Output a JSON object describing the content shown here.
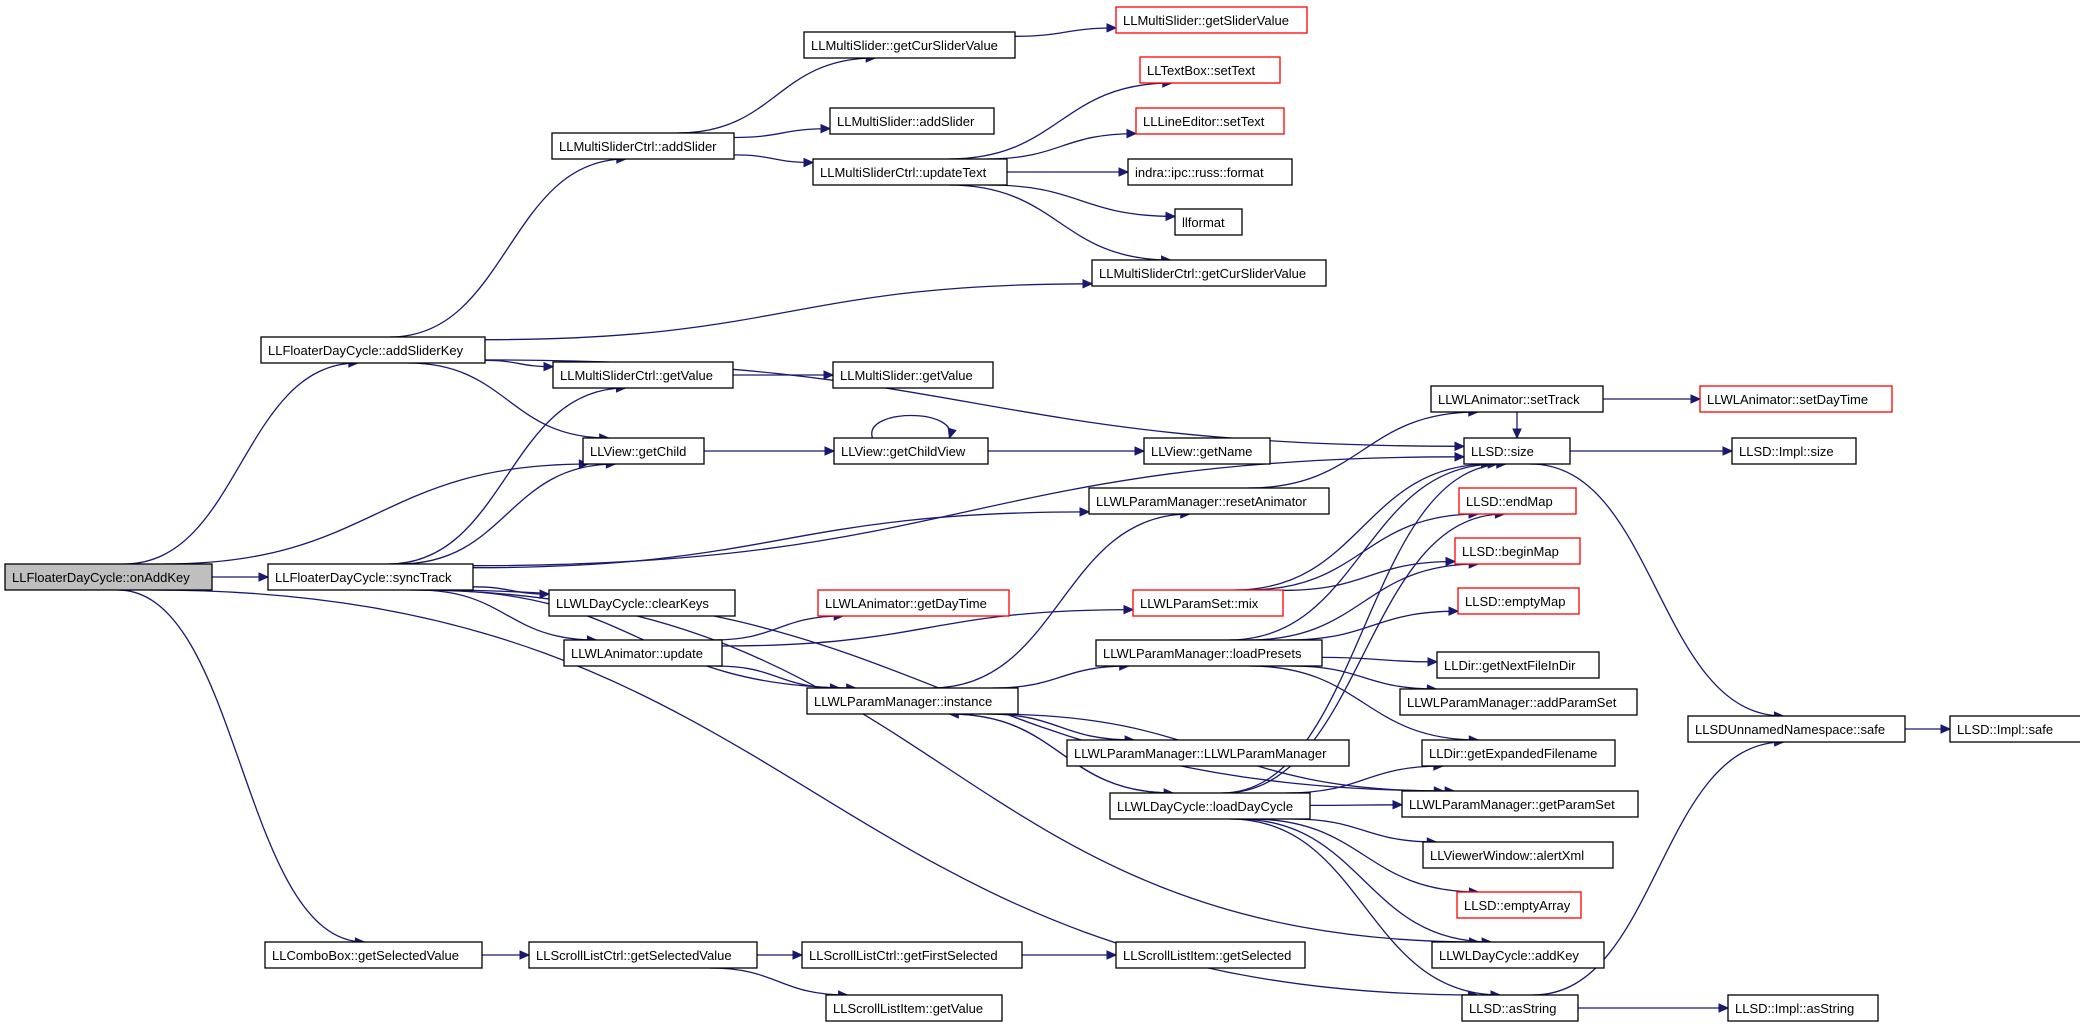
{
  "diagram": {
    "nodes": [
      {
        "id": "onAddKey",
        "label": "LLFloaterDayCycle::onAddKey",
        "style": "root"
      },
      {
        "id": "addSliderKey",
        "label": "LLFloaterDayCycle::addSliderKey",
        "style": "normal"
      },
      {
        "id": "syncTrack",
        "label": "LLFloaterDayCycle::syncTrack",
        "style": "normal"
      },
      {
        "id": "comboGetSel",
        "label": "LLComboBox::getSelectedValue",
        "style": "normal"
      },
      {
        "id": "getCurSliderValue",
        "label": "LLMultiSlider::getCurSliderValue",
        "style": "normal"
      },
      {
        "id": "getSliderValue",
        "label": "LLMultiSlider::getSliderValue",
        "style": "red"
      },
      {
        "id": "msAddSlider",
        "label": "LLMultiSlider::addSlider",
        "style": "normal"
      },
      {
        "id": "mscAddSlider",
        "label": "LLMultiSliderCtrl::addSlider",
        "style": "normal"
      },
      {
        "id": "tbSetText",
        "label": "LLTextBox::setText",
        "style": "red"
      },
      {
        "id": "leSetText",
        "label": "LLLineEditor::setText",
        "style": "red"
      },
      {
        "id": "updateText",
        "label": "LLMultiSliderCtrl::updateText",
        "style": "normal"
      },
      {
        "id": "russFormat",
        "label": "indra::ipc::russ::format",
        "style": "normal"
      },
      {
        "id": "llformat",
        "label": "llformat",
        "style": "normal"
      },
      {
        "id": "mscGetCur",
        "label": "LLMultiSliderCtrl::getCurSliderValue",
        "style": "normal"
      },
      {
        "id": "mscGetValue",
        "label": "LLMultiSliderCtrl::getValue",
        "style": "normal"
      },
      {
        "id": "msGetValue",
        "label": "LLMultiSlider::getValue",
        "style": "normal"
      },
      {
        "id": "getChild",
        "label": "LLView::getChild",
        "style": "normal"
      },
      {
        "id": "getChildView",
        "label": "LLView::getChildView",
        "style": "normal"
      },
      {
        "id": "getName",
        "label": "LLView::getName",
        "style": "normal"
      },
      {
        "id": "setTrack",
        "label": "LLWLAnimator::setTrack",
        "style": "normal"
      },
      {
        "id": "setDayTime",
        "label": "LLWLAnimator::setDayTime",
        "style": "red"
      },
      {
        "id": "sdSize",
        "label": "LLSD::size",
        "style": "normal"
      },
      {
        "id": "implSize",
        "label": "LLSD::Impl::size",
        "style": "normal"
      },
      {
        "id": "resetAnimator",
        "label": "LLWLParamManager::resetAnimator",
        "style": "normal"
      },
      {
        "id": "endMap",
        "label": "LLSD::endMap",
        "style": "red"
      },
      {
        "id": "beginMap",
        "label": "LLSD::beginMap",
        "style": "red"
      },
      {
        "id": "emptyMap",
        "label": "LLSD::emptyMap",
        "style": "red"
      },
      {
        "id": "clearKeys",
        "label": "LLWLDayCycle::clearKeys",
        "style": "normal"
      },
      {
        "id": "getDayTime",
        "label": "LLWLAnimator::getDayTime",
        "style": "red"
      },
      {
        "id": "mix",
        "label": "LLWLParamSet::mix",
        "style": "red"
      },
      {
        "id": "update",
        "label": "LLWLAnimator::update",
        "style": "normal"
      },
      {
        "id": "loadPresets",
        "label": "LLWLParamManager::loadPresets",
        "style": "normal"
      },
      {
        "id": "getNextFile",
        "label": "LLDir::getNextFileInDir",
        "style": "normal"
      },
      {
        "id": "instance",
        "label": "LLWLParamManager::instance",
        "style": "normal"
      },
      {
        "id": "addParamSet",
        "label": "LLWLParamManager::addParamSet",
        "style": "normal"
      },
      {
        "id": "ctor",
        "label": "LLWLParamManager::LLWLParamManager",
        "style": "normal"
      },
      {
        "id": "getExpanded",
        "label": "LLDir::getExpandedFilename",
        "style": "normal"
      },
      {
        "id": "safe",
        "label": "LLSDUnnamedNamespace::safe",
        "style": "normal"
      },
      {
        "id": "implSafe",
        "label": "LLSD::Impl::safe",
        "style": "normal"
      },
      {
        "id": "loadDayCycle",
        "label": "LLWLDayCycle::loadDayCycle",
        "style": "normal"
      },
      {
        "id": "getParamSet",
        "label": "LLWLParamManager::getParamSet",
        "style": "normal"
      },
      {
        "id": "alertXml",
        "label": "LLViewerWindow::alertXml",
        "style": "normal"
      },
      {
        "id": "emptyArray",
        "label": "LLSD::emptyArray",
        "style": "red"
      },
      {
        "id": "addKey",
        "label": "LLWLDayCycle::addKey",
        "style": "normal"
      },
      {
        "id": "sclGetSel",
        "label": "LLScrollListCtrl::getSelectedValue",
        "style": "normal"
      },
      {
        "id": "getFirstSel",
        "label": "LLScrollListCtrl::getFirstSelected",
        "style": "normal"
      },
      {
        "id": "sliGetSel",
        "label": "LLScrollListItem::getSelected",
        "style": "normal"
      },
      {
        "id": "sliGetValue",
        "label": "LLScrollListItem::getValue",
        "style": "normal"
      },
      {
        "id": "asString",
        "label": "LLSD::asString",
        "style": "normal"
      },
      {
        "id": "implAsString",
        "label": "LLSD::Impl::asString",
        "style": "normal"
      }
    ],
    "edges": [
      [
        "onAddKey",
        "addSliderKey"
      ],
      [
        "onAddKey",
        "getChild"
      ],
      [
        "onAddKey",
        "syncTrack"
      ],
      [
        "onAddKey",
        "comboGetSel"
      ],
      [
        "onAddKey",
        "asString"
      ],
      [
        "addSliderKey",
        "mscAddSlider"
      ],
      [
        "addSliderKey",
        "mscGetCur"
      ],
      [
        "addSliderKey",
        "mscGetValue"
      ],
      [
        "addSliderKey",
        "getChild"
      ],
      [
        "addSliderKey",
        "sdSize"
      ],
      [
        "mscAddSlider",
        "getCurSliderValue"
      ],
      [
        "mscAddSlider",
        "msAddSlider"
      ],
      [
        "mscAddSlider",
        "updateText"
      ],
      [
        "getCurSliderValue",
        "getSliderValue"
      ],
      [
        "updateText",
        "tbSetText"
      ],
      [
        "updateText",
        "leSetText"
      ],
      [
        "updateText",
        "russFormat"
      ],
      [
        "updateText",
        "llformat"
      ],
      [
        "updateText",
        "mscGetCur"
      ],
      [
        "mscGetValue",
        "msGetValue"
      ],
      [
        "getChild",
        "getChildView"
      ],
      [
        "getChildView",
        "getChildView"
      ],
      [
        "getChildView",
        "getName"
      ],
      [
        "syncTrack",
        "mscGetValue"
      ],
      [
        "syncTrack",
        "getChild"
      ],
      [
        "syncTrack",
        "resetAnimator"
      ],
      [
        "syncTrack",
        "sdSize"
      ],
      [
        "syncTrack",
        "clearKeys"
      ],
      [
        "syncTrack",
        "update"
      ],
      [
        "syncTrack",
        "instance"
      ],
      [
        "syncTrack",
        "getParamSet"
      ],
      [
        "syncTrack",
        "addKey"
      ],
      [
        "resetAnimator",
        "setTrack"
      ],
      [
        "setTrack",
        "setDayTime"
      ],
      [
        "setTrack",
        "sdSize"
      ],
      [
        "sdSize",
        "implSize"
      ],
      [
        "sdSize",
        "safe"
      ],
      [
        "update",
        "getDayTime"
      ],
      [
        "update",
        "mix"
      ],
      [
        "update",
        "instance"
      ],
      [
        "mix",
        "sdSize"
      ],
      [
        "mix",
        "endMap"
      ],
      [
        "mix",
        "beginMap"
      ],
      [
        "instance",
        "resetAnimator"
      ],
      [
        "instance",
        "loadPresets"
      ],
      [
        "instance",
        "ctor"
      ],
      [
        "instance",
        "loadDayCycle"
      ],
      [
        "instance",
        "getParamSet"
      ],
      [
        "loadPresets",
        "sdSize"
      ],
      [
        "loadPresets",
        "beginMap"
      ],
      [
        "loadPresets",
        "emptyMap"
      ],
      [
        "loadPresets",
        "getNextFile"
      ],
      [
        "loadPresets",
        "addParamSet"
      ],
      [
        "loadPresets",
        "getExpanded"
      ],
      [
        "loadDayCycle",
        "instance"
      ],
      [
        "loadDayCycle",
        "sdSize"
      ],
      [
        "loadDayCycle",
        "endMap"
      ],
      [
        "loadDayCycle",
        "getExpanded"
      ],
      [
        "loadDayCycle",
        "getParamSet"
      ],
      [
        "loadDayCycle",
        "alertXml"
      ],
      [
        "loadDayCycle",
        "emptyArray"
      ],
      [
        "loadDayCycle",
        "addKey"
      ],
      [
        "loadDayCycle",
        "asString"
      ],
      [
        "safe",
        "implSafe"
      ],
      [
        "comboGetSel",
        "sclGetSel"
      ],
      [
        "sclGetSel",
        "getFirstSel"
      ],
      [
        "sclGetSel",
        "sliGetValue"
      ],
      [
        "getFirstSel",
        "sliGetSel"
      ],
      [
        "asString",
        "safe"
      ],
      [
        "asString",
        "implAsString"
      ]
    ]
  }
}
